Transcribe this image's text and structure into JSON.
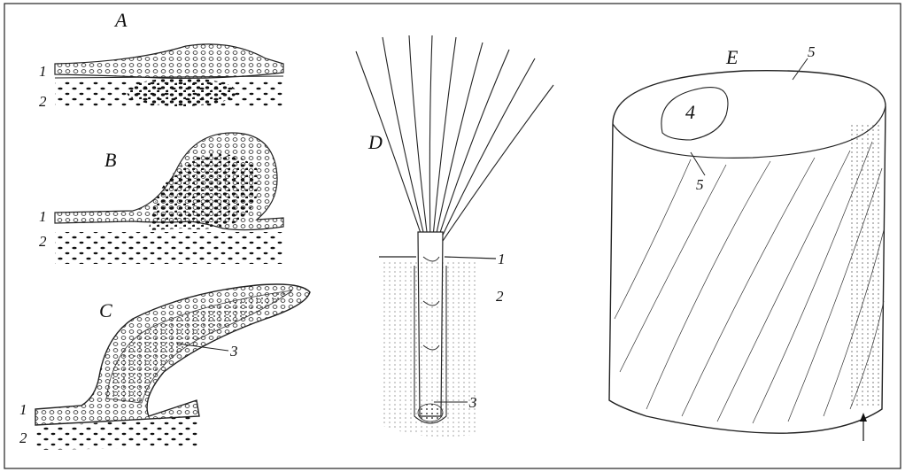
{
  "figure": {
    "panels": [
      {
        "letter": "A",
        "labels": [
          "1",
          "2"
        ]
      },
      {
        "letter": "B",
        "labels": [
          "1",
          "2"
        ]
      },
      {
        "letter": "C",
        "labels": [
          "1",
          "2",
          "3"
        ]
      },
      {
        "letter": "D",
        "labels": [
          "1",
          "2",
          "3"
        ]
      },
      {
        "letter": "E",
        "labels": [
          "4",
          "5",
          "5"
        ]
      }
    ],
    "colors": {
      "ink": "#1a1a1a",
      "paper": "#ffffff"
    }
  }
}
